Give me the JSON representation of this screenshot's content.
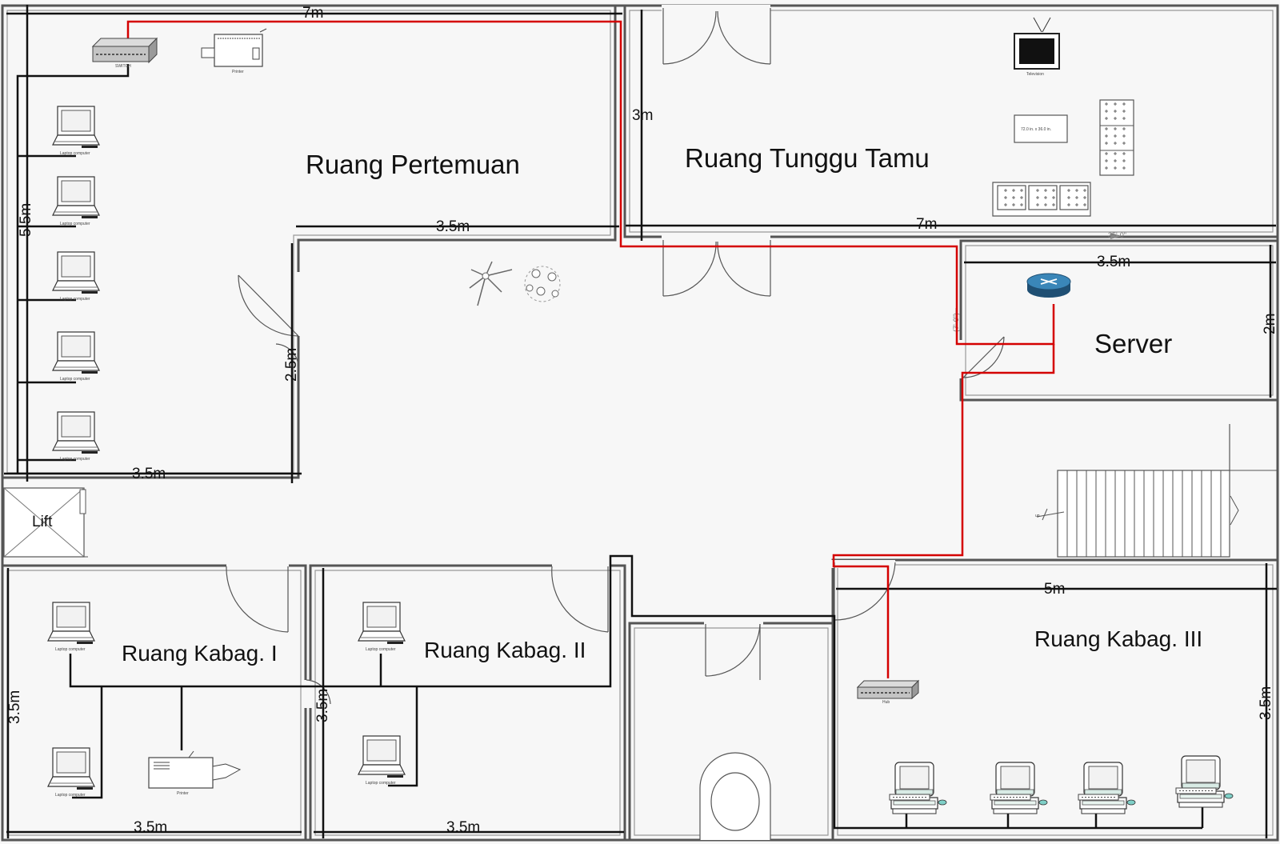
{
  "rooms": {
    "meeting": "Ruang Pertemuan",
    "waiting": "Ruang Tunggu Tamu",
    "server": "Server",
    "kabag1": "Ruang Kabag. I",
    "kabag2": "Ruang Kabag. II",
    "kabag3": "Ruang Kabag. III",
    "lift": "Lift"
  },
  "dimensions": {
    "meeting_top": "7m",
    "meeting_left": "5.5m",
    "meeting_inner": "3.5m",
    "meeting_door_side": "2.5m",
    "meeting_bottom": "3.5m",
    "waiting_height": "3m",
    "waiting_width": "7m",
    "waiting_feet": "35'-0\"",
    "server_width": "3.5m",
    "server_height": "2m",
    "server_feet": "(7'-0\")",
    "kabag1_height": "3.5m",
    "kabag1_width": "3.5m",
    "kabag2_height": "3.5m",
    "kabag2_width": "3.5m",
    "kabag3_width": "5m",
    "kabag3_height": "3.5m"
  },
  "devices": {
    "switch": "SWITCH",
    "printer": "Printer",
    "laptop": "Laptop computer",
    "television": "Television",
    "hub": "Hub",
    "table": "72.0 in. x 36.0 in.",
    "stair_mark": "up"
  },
  "colors": {
    "lan_cable": "#111111",
    "backbone_cable": "#d40000",
    "router": "#2f6f9a"
  }
}
